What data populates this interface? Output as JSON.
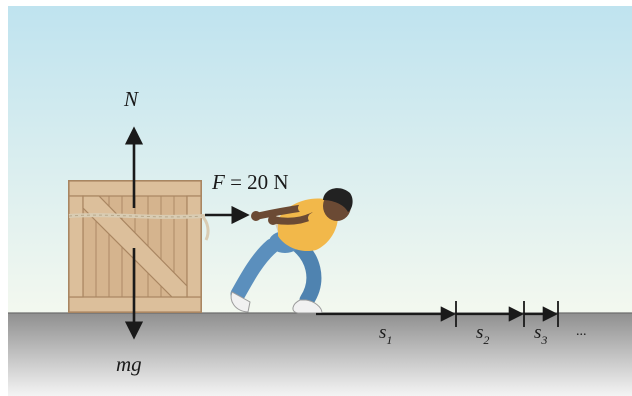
{
  "labels": {
    "normal": "N",
    "weight": "mg",
    "force_symbol": "F",
    "force_value": " = 20 N",
    "s1_base": "s",
    "s1_sub": "1",
    "s2_base": "s",
    "s2_sub": "2",
    "s3_base": "s",
    "s3_sub": "3",
    "ellipsis": "..."
  },
  "colors": {
    "sky_top": "#bfe3ef",
    "sky_bottom": "#f3f8ef",
    "ground_top": "#8f8f8f",
    "ground_bottom": "#f4f4f4",
    "crate_face": "#d5b48e",
    "crate_edge": "#a98662",
    "shirt": "#f2b84a",
    "jeans": "#5b8fbd",
    "skin": "#6b4a34",
    "hair": "#222222",
    "arrow": "#1a1a1a"
  },
  "icons": {
    "person": "person-pulling-icon",
    "crate": "wooden-crate-icon",
    "rope": "rope-icon"
  }
}
